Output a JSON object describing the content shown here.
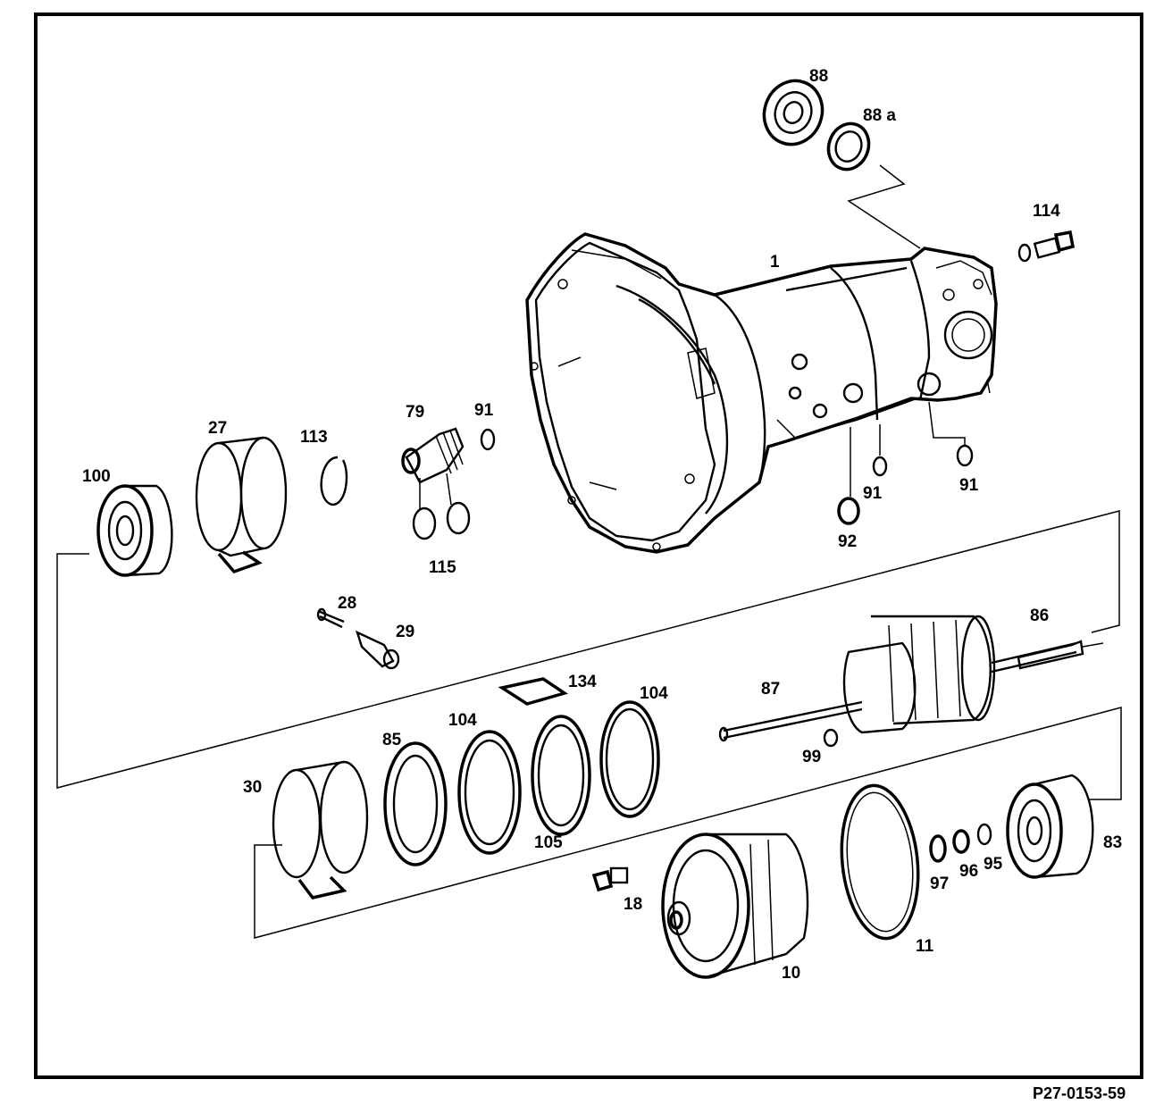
{
  "diagram": {
    "reference_code": "P27-0153-59",
    "part_labels": {
      "p1": "1",
      "p10": "10",
      "p11": "11",
      "p18": "18",
      "p27": "27",
      "p28": "28",
      "p29": "29",
      "p30": "30",
      "p79": "79",
      "p83": "83",
      "p85": "85",
      "p86": "86",
      "p87": "87",
      "p88": "88",
      "p88a": "88 a",
      "p91a": "91",
      "p91b": "91",
      "p91c": "91",
      "p92": "92",
      "p95": "95",
      "p96": "96",
      "p97": "97",
      "p99": "99",
      "p100": "100",
      "p104a": "104",
      "p104b": "104",
      "p105": "105",
      "p113": "113",
      "p114": "114",
      "p115": "115",
      "p134": "134"
    },
    "colors": {
      "ink": "#000000",
      "paper": "#ffffff"
    }
  }
}
